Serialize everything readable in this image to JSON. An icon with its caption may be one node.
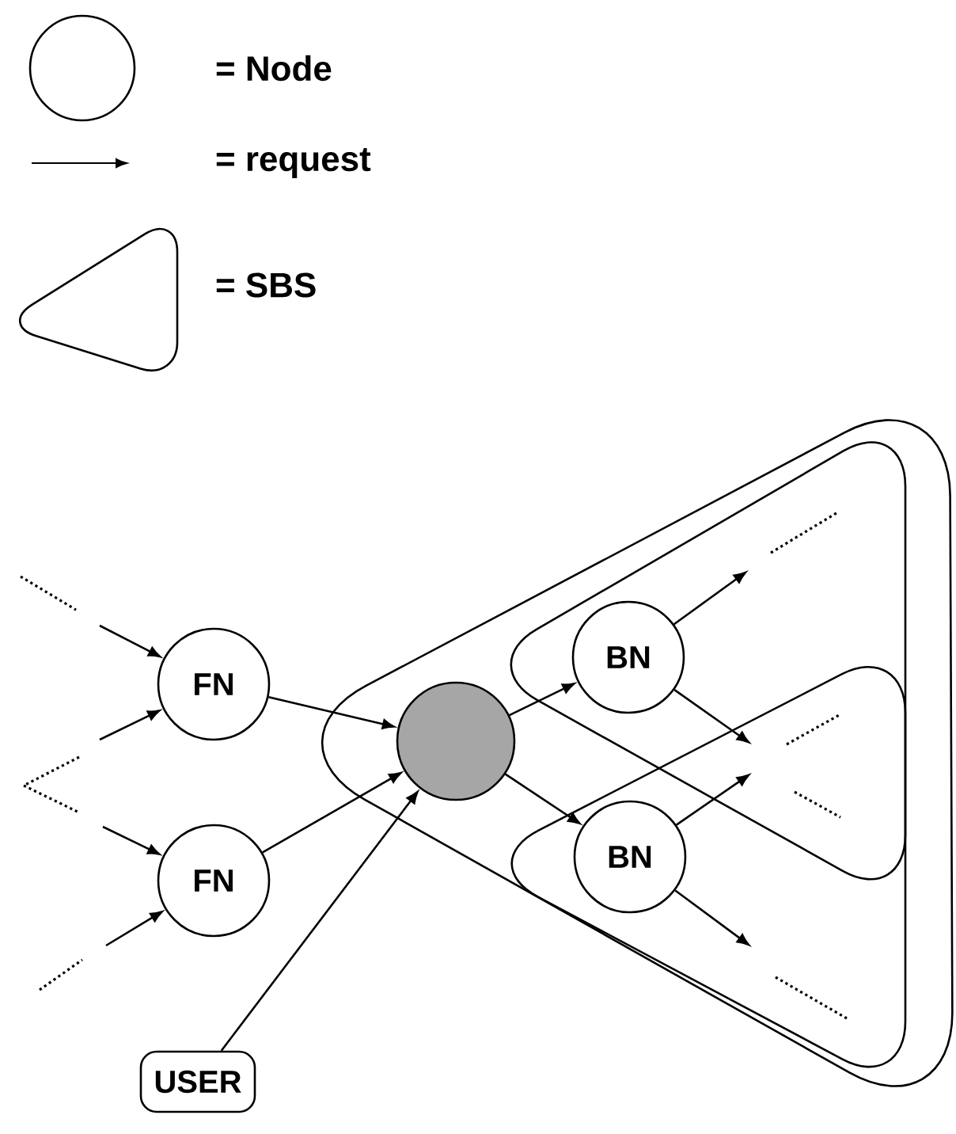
{
  "diagram": {
    "nodes": [
      {
        "text": [
          "FN"
        ]
      },
      {
        "text": [
          "FN"
        ]
      },
      {
        "text": [],
        "shape": "circle"
      },
      {
        "text": [
          "BN"
        ]
      },
      {
        "text": [
          "BN"
        ]
      },
      {
        "text": [
          "USER"
        ]
      }
    ],
    "edges": [
      {
        "from": null,
        "to": 0,
        "arrow": "to"
      },
      {
        "from": null,
        "to": 0,
        "arrow": "to"
      },
      {
        "from": null,
        "to": 1,
        "arrow": "to"
      },
      {
        "from": null,
        "to": 1,
        "arrow": "to"
      },
      {
        "from": 0,
        "to": 2,
        "arrow": "to"
      },
      {
        "from": 1,
        "to": 2,
        "arrow": "to"
      },
      {
        "from": 5,
        "to": 2,
        "arrow": "to"
      },
      {
        "from": 2,
        "to": 3,
        "arrow": "to"
      },
      {
        "from": 2,
        "to": 4,
        "arrow": "to"
      },
      {
        "from": 3,
        "to": null,
        "arrow": "to"
      },
      {
        "from": 3,
        "to": null,
        "arrow": "to"
      },
      {
        "from": 4,
        "to": null,
        "arrow": "to"
      },
      {
        "from": 4,
        "to": null,
        "arrow": "to"
      }
    ],
    "legend": [
      {
        "text": "= Node"
      },
      {
        "text": "= request"
      },
      {
        "text": "= SBS"
      }
    ]
  }
}
